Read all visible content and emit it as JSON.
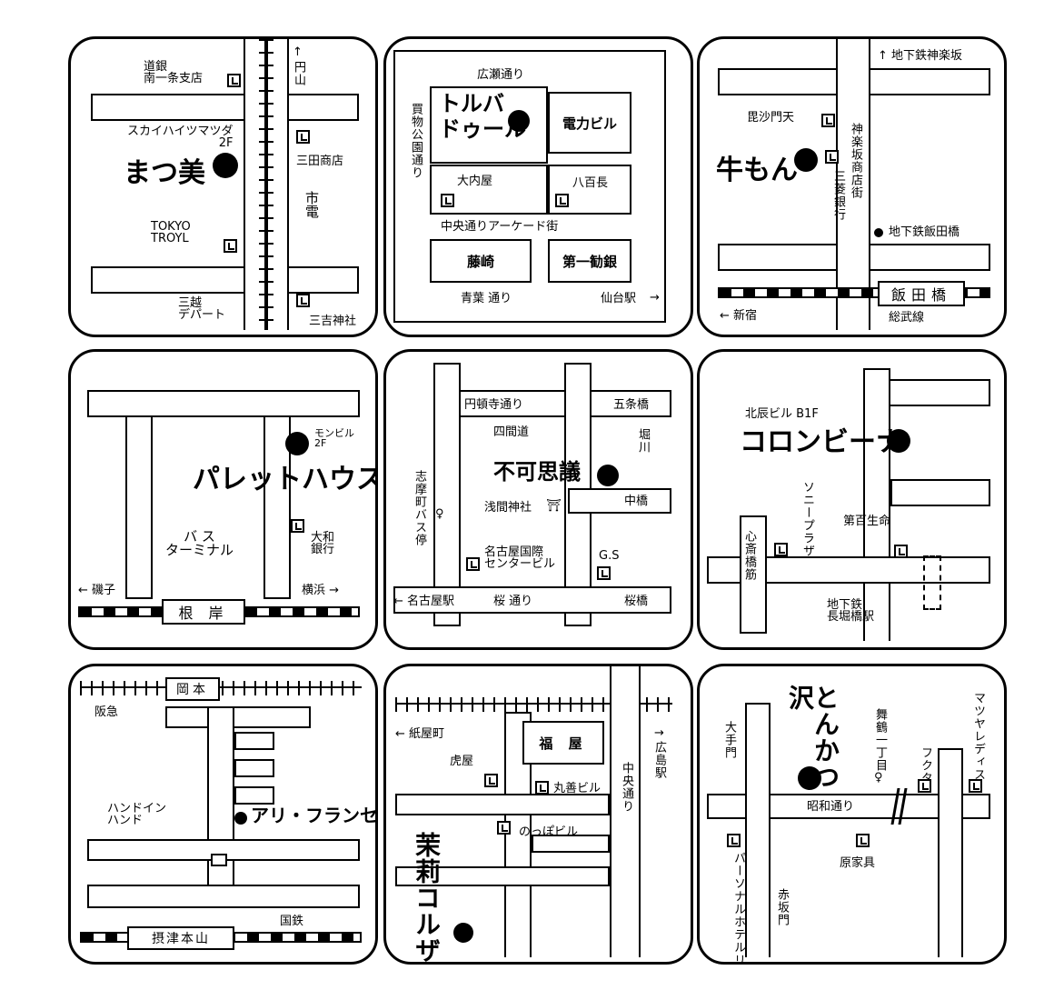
{
  "maps": [
    {
      "shop": "まつ美",
      "labels": {
        "bank": "道銀\n南一条支店",
        "building": "スカイハイツマツダ\n2F",
        "store": "三田商店",
        "tram": "市\n電",
        "troyl": "TOKYO\nTROYL",
        "dept": "三越\nデパート",
        "shrine": "三吉神社",
        "north": "円山"
      }
    },
    {
      "shop": "トルバ\nドゥール",
      "labels": {
        "hirose": "広瀬通り",
        "kaimono": "買物公園通り",
        "denryoku": "電力ビル",
        "ouchiya": "大内屋",
        "hachihyaku": "八百長",
        "arcade": "中央通りアーケード街",
        "fujisaki": "藤崎",
        "bank": "第一勧銀",
        "aoba": "青葉 通り",
        "station": "仙台駅"
      }
    },
    {
      "shop": "牛もん",
      "labels": {
        "subway_kagurazaka": "地下鉄神楽坂",
        "bishamon": "毘沙門天",
        "shopping": "神楽坂商店街",
        "bank": "三菱銀行",
        "subway_iidabashi": "地下鉄飯田橋",
        "station": "飯田橋",
        "line": "総武線",
        "shinjuku": "新宿"
      }
    },
    {
      "shop": "パレットハウス",
      "labels": {
        "building": "モンビル\n2F",
        "bank": "大和\n銀行",
        "bus": "バ ス\nターミナル",
        "isogo": "磯子",
        "yokohama": "横浜",
        "station": "根 岸"
      }
    },
    {
      "shop": "不可思議",
      "labels": {
        "entonji": "円頓寺通り",
        "gojo": "五条橋",
        "shikendo": "四間道",
        "horikawa": "堀川",
        "nakabashi": "中橋",
        "shrine": "浅間神社",
        "bus": "志摩町バス停",
        "center": "名古屋国際\nセンタービル",
        "gs": "G.S",
        "station": "名古屋駅",
        "sakura": "桜 通り",
        "sakurabashi": "桜橋"
      }
    },
    {
      "shop": "コロンビーナ",
      "labels": {
        "building": "北辰ビル B1F",
        "sony": "ソニープラザ",
        "life": "第百生命",
        "shinsai": "心斎橋筋",
        "subway": "地下鉄\n長堀橋駅"
      }
    },
    {
      "shop": "アリ・フランセ",
      "labels": {
        "station": "岡本",
        "hankyu": "阪急",
        "hand": "ハンドイン\nハンド",
        "kokutetsu": "国鉄",
        "settsu": "摂津本山"
      }
    },
    {
      "shop": "茉莉コルザ",
      "labels": {
        "kamiyacho": "紙屋町",
        "fukuya": "福 屋",
        "hiroshima": "広島駅",
        "toraya": "虎屋",
        "maruzen": "丸善ビル",
        "noppo": "のっぽビル",
        "chuo": "中央通り"
      }
    },
    {
      "shop": "とんかつ\n沢",
      "labels": {
        "otemon": "大手門",
        "maizuru": "舞鶴一丁目",
        "fukuta": "フクタ",
        "matsuya": "マツヤレディス",
        "showa": "昭和通り",
        "hotel": "パーソナルホテルリュウ",
        "akasaka": "赤坂門",
        "kagu": "原家具"
      }
    }
  ]
}
